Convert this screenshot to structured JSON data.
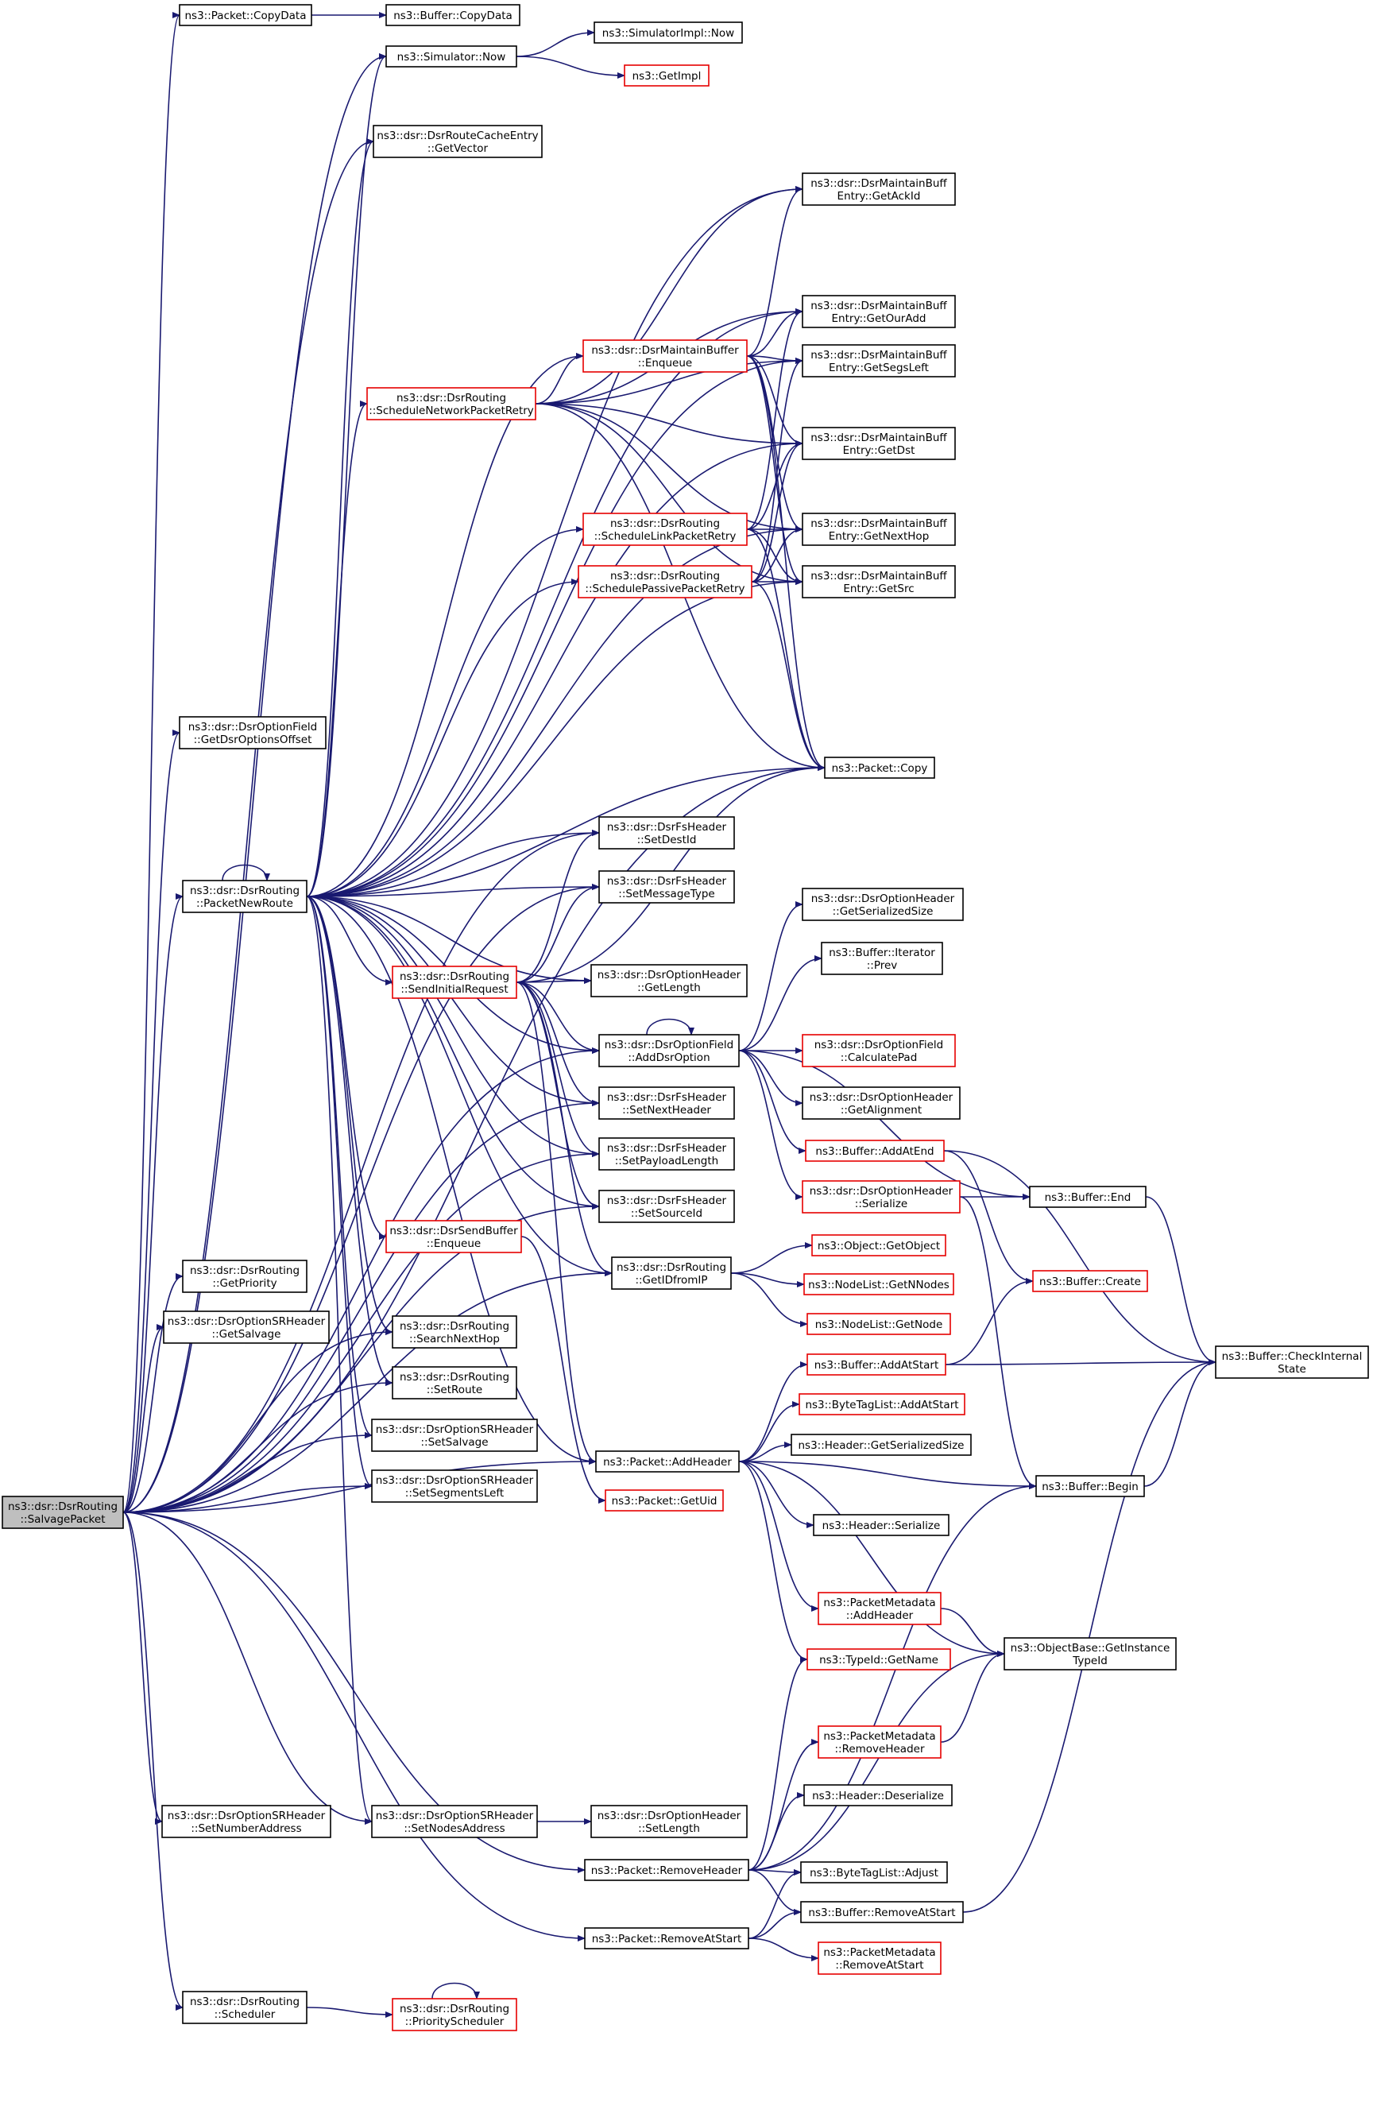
{
  "colors": {
    "edge": "#191970",
    "plain_border": "#000000",
    "red_border": "#e60000",
    "root_fill": "#bfbfbf",
    "background": "#ffffff"
  },
  "nodes": [
    {
      "id": "root",
      "lines": [
        "ns3::dsr::DsrRouting",
        "::SalvagePacket"
      ],
      "style": "root"
    },
    {
      "id": "pkt_copydata",
      "lines": [
        "ns3::Packet::CopyData"
      ],
      "style": "plain"
    },
    {
      "id": "buf_copydata",
      "lines": [
        "ns3::Buffer::CopyData"
      ],
      "style": "plain"
    },
    {
      "id": "sim_now",
      "lines": [
        "ns3::Simulator::Now"
      ],
      "style": "plain"
    },
    {
      "id": "simimpl_now",
      "lines": [
        "ns3::SimulatorImpl::Now"
      ],
      "style": "plain"
    },
    {
      "id": "getimpl",
      "lines": [
        "ns3::GetImpl"
      ],
      "style": "red"
    },
    {
      "id": "rce_getvector",
      "lines": [
        "ns3::dsr::DsrRouteCacheEntry",
        "::GetVector"
      ],
      "style": "plain"
    },
    {
      "id": "mb_getackid",
      "lines": [
        "ns3::dsr::DsrMaintainBuff",
        "Entry::GetAckId"
      ],
      "style": "plain"
    },
    {
      "id": "mb_getouradd",
      "lines": [
        "ns3::dsr::DsrMaintainBuff",
        "Entry::GetOurAdd"
      ],
      "style": "plain"
    },
    {
      "id": "mb_enqueue",
      "lines": [
        "ns3::dsr::DsrMaintainBuffer",
        "::Enqueue"
      ],
      "style": "red"
    },
    {
      "id": "mb_getsegsleft",
      "lines": [
        "ns3::dsr::DsrMaintainBuff",
        "Entry::GetSegsLeft"
      ],
      "style": "plain"
    },
    {
      "id": "sched_netretry",
      "lines": [
        "ns3::dsr::DsrRouting",
        "::ScheduleNetworkPacketRetry"
      ],
      "style": "red"
    },
    {
      "id": "mb_getdst",
      "lines": [
        "ns3::dsr::DsrMaintainBuff",
        "Entry::GetDst"
      ],
      "style": "plain"
    },
    {
      "id": "sched_linkretry",
      "lines": [
        "ns3::dsr::DsrRouting",
        "::ScheduleLinkPacketRetry"
      ],
      "style": "red"
    },
    {
      "id": "mb_getnexthop",
      "lines": [
        "ns3::dsr::DsrMaintainBuff",
        "Entry::GetNextHop"
      ],
      "style": "plain"
    },
    {
      "id": "sched_passretry",
      "lines": [
        "ns3::dsr::DsrRouting",
        "::SchedulePassivePacketRetry"
      ],
      "style": "red"
    },
    {
      "id": "mb_getsrc",
      "lines": [
        "ns3::dsr::DsrMaintainBuff",
        "Entry::GetSrc"
      ],
      "style": "plain"
    },
    {
      "id": "of_getoffset",
      "lines": [
        "ns3::dsr::DsrOptionField",
        "::GetDsrOptionsOffset"
      ],
      "style": "plain"
    },
    {
      "id": "pkt_copy",
      "lines": [
        "ns3::Packet::Copy"
      ],
      "style": "plain"
    },
    {
      "id": "fs_setdestid",
      "lines": [
        "ns3::dsr::DsrFsHeader",
        "::SetDestId"
      ],
      "style": "plain"
    },
    {
      "id": "packetnewroute",
      "lines": [
        "ns3::dsr::DsrRouting",
        "::PacketNewRoute"
      ],
      "style": "plain"
    },
    {
      "id": "fs_setmsgtype",
      "lines": [
        "ns3::dsr::DsrFsHeader",
        "::SetMessageType"
      ],
      "style": "plain"
    },
    {
      "id": "oh_getserial",
      "lines": [
        "ns3::dsr::DsrOptionHeader",
        "::GetSerializedSize"
      ],
      "style": "plain"
    },
    {
      "id": "bufit_prev",
      "lines": [
        "ns3::Buffer::Iterator",
        "::Prev"
      ],
      "style": "plain"
    },
    {
      "id": "sendinitial",
      "lines": [
        "ns3::dsr::DsrRouting",
        "::SendInitialRequest"
      ],
      "style": "red"
    },
    {
      "id": "oh_getlength",
      "lines": [
        "ns3::dsr::DsrOptionHeader",
        "::GetLength"
      ],
      "style": "plain"
    },
    {
      "id": "of_adddsropt",
      "lines": [
        "ns3::dsr::DsrOptionField",
        "::AddDsrOption"
      ],
      "style": "plain"
    },
    {
      "id": "of_calcpad",
      "lines": [
        "ns3::dsr::DsrOptionField",
        "::CalculatePad"
      ],
      "style": "red"
    },
    {
      "id": "fs_setnexthdr",
      "lines": [
        "ns3::dsr::DsrFsHeader",
        "::SetNextHeader"
      ],
      "style": "plain"
    },
    {
      "id": "oh_getalign",
      "lines": [
        "ns3::dsr::DsrOptionHeader",
        "::GetAlignment"
      ],
      "style": "plain"
    },
    {
      "id": "buf_addatend",
      "lines": [
        "ns3::Buffer::AddAtEnd"
      ],
      "style": "red"
    },
    {
      "id": "fs_setpaylen",
      "lines": [
        "ns3::dsr::DsrFsHeader",
        "::SetPayloadLength"
      ],
      "style": "plain"
    },
    {
      "id": "oh_serialize",
      "lines": [
        "ns3::dsr::DsrOptionHeader",
        "::Serialize"
      ],
      "style": "red"
    },
    {
      "id": "buf_end",
      "lines": [
        "ns3::Buffer::End"
      ],
      "style": "plain"
    },
    {
      "id": "fs_setsrcid",
      "lines": [
        "ns3::dsr::DsrFsHeader",
        "::SetSourceId"
      ],
      "style": "plain"
    },
    {
      "id": "sb_enqueue",
      "lines": [
        "ns3::dsr::DsrSendBuffer",
        "::Enqueue"
      ],
      "style": "red"
    },
    {
      "id": "getidfromip",
      "lines": [
        "ns3::dsr::DsrRouting",
        "::GetIDfromIP"
      ],
      "style": "plain"
    },
    {
      "id": "obj_getobject",
      "lines": [
        "ns3::Object::GetObject"
      ],
      "style": "red"
    },
    {
      "id": "nl_getnnodes",
      "lines": [
        "ns3::NodeList::GetNNodes"
      ],
      "style": "red"
    },
    {
      "id": "buf_create",
      "lines": [
        "ns3::Buffer::Create"
      ],
      "style": "red"
    },
    {
      "id": "getpriority",
      "lines": [
        "ns3::dsr::DsrRouting",
        "::GetPriority"
      ],
      "style": "plain"
    },
    {
      "id": "sr_getsalvage",
      "lines": [
        "ns3::dsr::DsrOptionSRHeader",
        "::GetSalvage"
      ],
      "style": "plain"
    },
    {
      "id": "nl_getnode",
      "lines": [
        "ns3::NodeList::GetNode"
      ],
      "style": "red"
    },
    {
      "id": "searchnexthop",
      "lines": [
        "ns3::dsr::DsrRouting",
        "::SearchNextHop"
      ],
      "style": "plain"
    },
    {
      "id": "buf_addatstart",
      "lines": [
        "ns3::Buffer::AddAtStart"
      ],
      "style": "red"
    },
    {
      "id": "buf_checkinternal",
      "lines": [
        "ns3::Buffer::CheckInternal",
        "State"
      ],
      "style": "plain"
    },
    {
      "id": "setroute",
      "lines": [
        "ns3::dsr::DsrRouting",
        "::SetRoute"
      ],
      "style": "plain"
    },
    {
      "id": "btl_addatstart",
      "lines": [
        "ns3::ByteTagList::AddAtStart"
      ],
      "style": "red"
    },
    {
      "id": "sr_setsalvage",
      "lines": [
        "ns3::dsr::DsrOptionSRHeader",
        "::SetSalvage"
      ],
      "style": "plain"
    },
    {
      "id": "hdr_getserial",
      "lines": [
        "ns3::Header::GetSerializedSize"
      ],
      "style": "plain"
    },
    {
      "id": "pkt_addheader",
      "lines": [
        "ns3::Packet::AddHeader"
      ],
      "style": "plain"
    },
    {
      "id": "sr_setsegleft",
      "lines": [
        "ns3::dsr::DsrOptionSRHeader",
        "::SetSegmentsLeft"
      ],
      "style": "plain"
    },
    {
      "id": "buf_begin",
      "lines": [
        "ns3::Buffer::Begin"
      ],
      "style": "plain"
    },
    {
      "id": "pkt_getuid",
      "lines": [
        "ns3::Packet::GetUid"
      ],
      "style": "red"
    },
    {
      "id": "hdr_serialize",
      "lines": [
        "ns3::Header::Serialize"
      ],
      "style": "plain"
    },
    {
      "id": "pm_addheader",
      "lines": [
        "ns3::PacketMetadata",
        "::AddHeader"
      ],
      "style": "red"
    },
    {
      "id": "ob_getinstance",
      "lines": [
        "ns3::ObjectBase::GetInstance",
        "TypeId"
      ],
      "style": "plain"
    },
    {
      "id": "typeid_getname",
      "lines": [
        "ns3::TypeId::GetName"
      ],
      "style": "red"
    },
    {
      "id": "pm_removeheader",
      "lines": [
        "ns3::PacketMetadata",
        "::RemoveHeader"
      ],
      "style": "red"
    },
    {
      "id": "hdr_deserialize",
      "lines": [
        "ns3::Header::Deserialize"
      ],
      "style": "plain"
    },
    {
      "id": "sr_setnumaddr",
      "lines": [
        "ns3::dsr::DsrOptionSRHeader",
        "::SetNumberAddress"
      ],
      "style": "plain"
    },
    {
      "id": "sr_setnodesaddr",
      "lines": [
        "ns3::dsr::DsrOptionSRHeader",
        "::SetNodesAddress"
      ],
      "style": "plain"
    },
    {
      "id": "oh_setlength",
      "lines": [
        "ns3::dsr::DsrOptionHeader",
        "::SetLength"
      ],
      "style": "plain"
    },
    {
      "id": "pkt_removeheader",
      "lines": [
        "ns3::Packet::RemoveHeader"
      ],
      "style": "plain"
    },
    {
      "id": "btl_adjust",
      "lines": [
        "ns3::ByteTagList::Adjust"
      ],
      "style": "plain"
    },
    {
      "id": "buf_removeatstart",
      "lines": [
        "ns3::Buffer::RemoveAtStart"
      ],
      "style": "plain"
    },
    {
      "id": "pkt_removeatstart",
      "lines": [
        "ns3::Packet::RemoveAtStart"
      ],
      "style": "plain"
    },
    {
      "id": "pm_removeatstart",
      "lines": [
        "ns3::PacketMetadata",
        "::RemoveAtStart"
      ],
      "style": "red"
    },
    {
      "id": "scheduler",
      "lines": [
        "ns3::dsr::DsrRouting",
        "::Scheduler"
      ],
      "style": "plain"
    },
    {
      "id": "priorityscheduler",
      "lines": [
        "ns3::dsr::DsrRouting",
        "::PriorityScheduler"
      ],
      "style": "red"
    }
  ],
  "edges": [
    [
      "root",
      "pkt_copydata"
    ],
    [
      "pkt_copydata",
      "buf_copydata"
    ],
    [
      "root",
      "sim_now"
    ],
    [
      "sim_now",
      "simimpl_now"
    ],
    [
      "sim_now",
      "getimpl"
    ],
    [
      "root",
      "rce_getvector"
    ],
    [
      "root",
      "of_getoffset"
    ],
    [
      "root",
      "packetnewroute"
    ],
    [
      "root",
      "getpriority"
    ],
    [
      "root",
      "sr_getsalvage"
    ],
    [
      "root",
      "searchnexthop"
    ],
    [
      "root",
      "setroute"
    ],
    [
      "root",
      "sr_setsalvage"
    ],
    [
      "root",
      "sr_setsegleft"
    ],
    [
      "root",
      "pkt_addheader"
    ],
    [
      "root",
      "fs_setdestid"
    ],
    [
      "root",
      "fs_setmsgtype"
    ],
    [
      "root",
      "of_adddsropt"
    ],
    [
      "root",
      "fs_setnexthdr"
    ],
    [
      "root",
      "fs_setpaylen"
    ],
    [
      "root",
      "fs_setsrcid"
    ],
    [
      "root",
      "getidfromip"
    ],
    [
      "root",
      "pkt_copy"
    ],
    [
      "root",
      "sr_setnumaddr"
    ],
    [
      "root",
      "sr_setnodesaddr"
    ],
    [
      "root",
      "pkt_removeheader"
    ],
    [
      "root",
      "pkt_removeatstart"
    ],
    [
      "root",
      "scheduler"
    ],
    [
      "packetnewroute",
      "packetnewroute"
    ],
    [
      "packetnewroute",
      "sim_now"
    ],
    [
      "packetnewroute",
      "rce_getvector"
    ],
    [
      "packetnewroute",
      "mb_getackid"
    ],
    [
      "packetnewroute",
      "mb_getouradd"
    ],
    [
      "packetnewroute",
      "mb_enqueue"
    ],
    [
      "packetnewroute",
      "mb_getsegsleft"
    ],
    [
      "packetnewroute",
      "sched_netretry"
    ],
    [
      "packetnewroute",
      "mb_getdst"
    ],
    [
      "packetnewroute",
      "sched_linkretry"
    ],
    [
      "packetnewroute",
      "mb_getnexthop"
    ],
    [
      "packetnewroute",
      "sched_passretry"
    ],
    [
      "packetnewroute",
      "mb_getsrc"
    ],
    [
      "packetnewroute",
      "pkt_copy"
    ],
    [
      "packetnewroute",
      "fs_setdestid"
    ],
    [
      "packetnewroute",
      "fs_setmsgtype"
    ],
    [
      "packetnewroute",
      "sendinitial"
    ],
    [
      "packetnewroute",
      "oh_getlength"
    ],
    [
      "packetnewroute",
      "of_adddsropt"
    ],
    [
      "packetnewroute",
      "fs_setnexthdr"
    ],
    [
      "packetnewroute",
      "fs_setpaylen"
    ],
    [
      "packetnewroute",
      "fs_setsrcid"
    ],
    [
      "packetnewroute",
      "sb_enqueue"
    ],
    [
      "packetnewroute",
      "getidfromip"
    ],
    [
      "packetnewroute",
      "searchnexthop"
    ],
    [
      "packetnewroute",
      "setroute"
    ],
    [
      "packetnewroute",
      "sr_setsalvage"
    ],
    [
      "packetnewroute",
      "sr_setsegleft"
    ],
    [
      "packetnewroute",
      "pkt_addheader"
    ],
    [
      "packetnewroute",
      "sr_setnodesaddr"
    ],
    [
      "sched_netretry",
      "mb_enqueue"
    ],
    [
      "sched_netretry",
      "mb_getackid"
    ],
    [
      "sched_netretry",
      "mb_getouradd"
    ],
    [
      "sched_netretry",
      "mb_getdst"
    ],
    [
      "sched_netretry",
      "mb_getnexthop"
    ],
    [
      "sched_netretry",
      "mb_getsrc"
    ],
    [
      "sched_netretry",
      "pkt_copy"
    ],
    [
      "sched_netretry",
      "mb_getsegsleft"
    ],
    [
      "mb_enqueue",
      "mb_getackid"
    ],
    [
      "mb_enqueue",
      "mb_getouradd"
    ],
    [
      "mb_enqueue",
      "mb_getsegsleft"
    ],
    [
      "mb_enqueue",
      "mb_getdst"
    ],
    [
      "mb_enqueue",
      "mb_getnexthop"
    ],
    [
      "mb_enqueue",
      "mb_getsrc"
    ],
    [
      "mb_enqueue",
      "pkt_copy"
    ],
    [
      "sched_linkretry",
      "mb_getouradd"
    ],
    [
      "sched_linkretry",
      "mb_getdst"
    ],
    [
      "sched_linkretry",
      "mb_getnexthop"
    ],
    [
      "sched_linkretry",
      "mb_getsrc"
    ],
    [
      "sched_linkretry",
      "pkt_copy"
    ],
    [
      "sched_passretry",
      "mb_getsegsleft"
    ],
    [
      "sched_passretry",
      "mb_getdst"
    ],
    [
      "sched_passretry",
      "mb_getnexthop"
    ],
    [
      "sched_passretry",
      "mb_getsrc"
    ],
    [
      "sched_passretry",
      "pkt_copy"
    ],
    [
      "sendinitial",
      "fs_setdestid"
    ],
    [
      "sendinitial",
      "fs_setmsgtype"
    ],
    [
      "sendinitial",
      "oh_getlength"
    ],
    [
      "sendinitial",
      "of_adddsropt"
    ],
    [
      "sendinitial",
      "fs_setnexthdr"
    ],
    [
      "sendinitial",
      "fs_setpaylen"
    ],
    [
      "sendinitial",
      "fs_setsrcid"
    ],
    [
      "sendinitial",
      "getidfromip"
    ],
    [
      "sendinitial",
      "pkt_addheader"
    ],
    [
      "sendinitial",
      "pkt_copy"
    ],
    [
      "of_adddsropt",
      "of_adddsropt"
    ],
    [
      "of_adddsropt",
      "oh_getserial"
    ],
    [
      "of_adddsropt",
      "bufit_prev"
    ],
    [
      "of_adddsropt",
      "of_calcpad"
    ],
    [
      "of_adddsropt",
      "oh_getalign"
    ],
    [
      "of_adddsropt",
      "buf_addatend"
    ],
    [
      "of_adddsropt",
      "oh_serialize"
    ],
    [
      "of_adddsropt",
      "buf_end"
    ],
    [
      "buf_addatend",
      "buf_create"
    ],
    [
      "buf_addatend",
      "buf_checkinternal"
    ],
    [
      "oh_serialize",
      "buf_end"
    ],
    [
      "oh_serialize",
      "buf_begin"
    ],
    [
      "buf_end",
      "buf_checkinternal"
    ],
    [
      "getidfromip",
      "obj_getobject"
    ],
    [
      "getidfromip",
      "nl_getnnodes"
    ],
    [
      "getidfromip",
      "nl_getnode"
    ],
    [
      "pkt_addheader",
      "buf_addatstart"
    ],
    [
      "pkt_addheader",
      "btl_addatstart"
    ],
    [
      "pkt_addheader",
      "hdr_getserial"
    ],
    [
      "pkt_addheader",
      "hdr_serialize"
    ],
    [
      "pkt_addheader",
      "buf_begin"
    ],
    [
      "pkt_addheader",
      "pm_addheader"
    ],
    [
      "pkt_addheader",
      "typeid_getname"
    ],
    [
      "pkt_addheader",
      "ob_getinstance"
    ],
    [
      "buf_addatstart",
      "buf_create"
    ],
    [
      "buf_addatstart",
      "buf_checkinternal"
    ],
    [
      "buf_begin",
      "buf_checkinternal"
    ],
    [
      "pm_addheader",
      "ob_getinstance"
    ],
    [
      "pm_removeheader",
      "ob_getinstance"
    ],
    [
      "sb_enqueue",
      "pkt_getuid"
    ],
    [
      "sr_setnodesaddr",
      "oh_setlength"
    ],
    [
      "pkt_removeheader",
      "pm_removeheader"
    ],
    [
      "pkt_removeheader",
      "hdr_deserialize"
    ],
    [
      "pkt_removeheader",
      "btl_adjust"
    ],
    [
      "pkt_removeheader",
      "buf_removeatstart"
    ],
    [
      "pkt_removeheader",
      "typeid_getname"
    ],
    [
      "pkt_removeheader",
      "ob_getinstance"
    ],
    [
      "pkt_removeheader",
      "buf_begin"
    ],
    [
      "buf_removeatstart",
      "buf_checkinternal"
    ],
    [
      "pkt_removeatstart",
      "btl_adjust"
    ],
    [
      "pkt_removeatstart",
      "buf_removeatstart"
    ],
    [
      "pkt_removeatstart",
      "pm_removeatstart"
    ],
    [
      "scheduler",
      "priorityscheduler"
    ],
    [
      "priorityscheduler",
      "priorityscheduler"
    ]
  ]
}
